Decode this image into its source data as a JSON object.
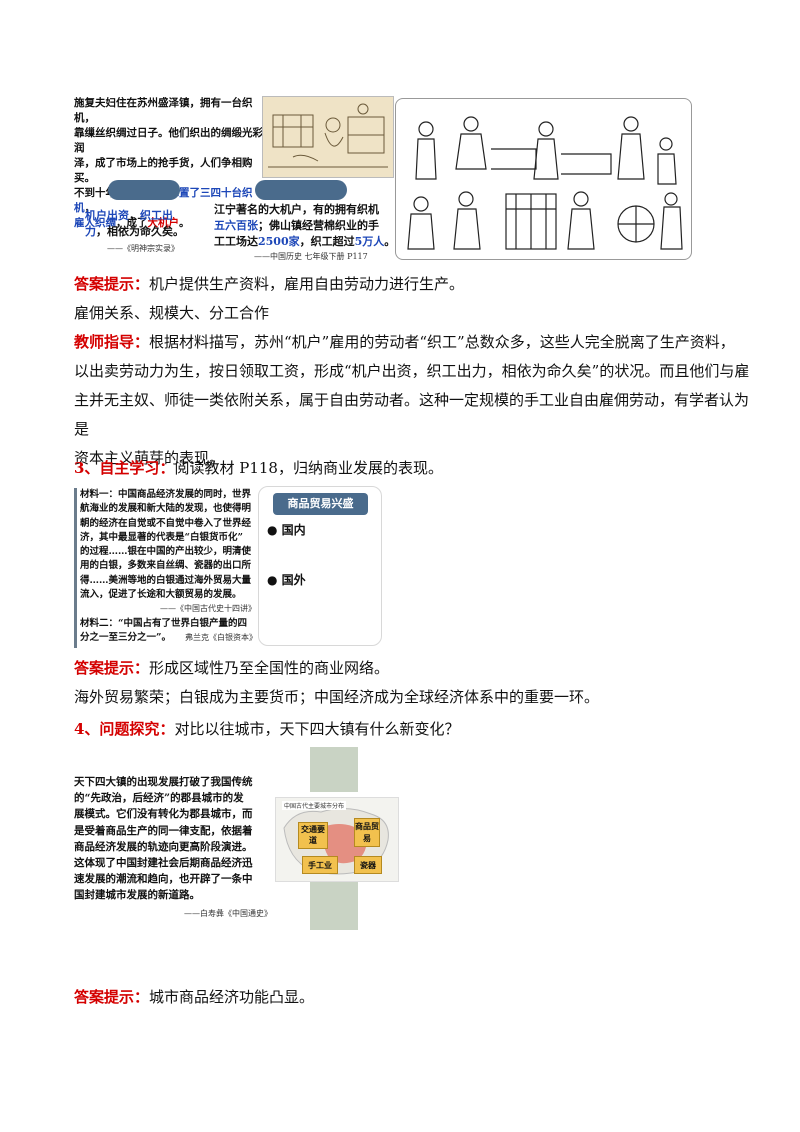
{
  "colors": {
    "accent_red": "#d40000",
    "accent_blue": "#1d47b8",
    "pill": "#4a6b8c",
    "panel_green": "#c9d3c4"
  },
  "sec1": {
    "story": [
      "施复夫妇住在苏州盛泽镇，拥有一台织机，",
      "靠缫丝织绸过日子。他们织出的绸缎光彩润",
      "泽，成了市场上的抢手货，人们争相购买。",
      "不到十年，施复夫妇",
      "添置了三四十台织机",
      "，",
      "雇人织绸",
      "，成了",
      "大机户",
      "。"
    ],
    "quote_a": [
      "机户出资",
      "，",
      "织工出",
      "力",
      "，相依为命久矣。"
    ],
    "quote_a_src": "——《明神宗实录》",
    "quote_b": [
      "江宁著名的大机户，有的拥有织机",
      "五六百张",
      "；佛山镇经营棉织业的手",
      "工工场达",
      "2500家",
      "，织工超过",
      "5万人",
      "。"
    ],
    "quote_b_src": "——中国历史 七年级下册 P117"
  },
  "ans1_label": "答案提示：",
  "ans1_text": "机户提供生产资料，雇用自由劳动力进行生产。",
  "line2": "雇佣关系、规模大、分工合作",
  "guide_label": "教师指导：",
  "guide_lines": [
    "根据材料描写，苏州“机户”雇用的劳动者“织工”总数众多，这些人完全脱离了生产资料，",
    "以出卖劳动力为生，按日领取工资，形成“机户出资，织工出力，相依为命久矣”的状况。而且他们与雇",
    "主并无主奴、师徒一类依附关系，属于自由劳动者。这种一定规模的手工业自由雇佣劳动，有学者认为是",
    "资本主义萌芽的表现。"
  ],
  "q3_label": "3、自主学习：",
  "q3_text": "阅读教材 P118，归纳商业发展的表现。",
  "mat": {
    "lines": [
      "材料一：中国商品经济发展的同时，世界",
      "航海业的发展和新大陆的发现，也使得明",
      "朝的经济在自觉或不自觉中卷入了世界经",
      "济，其中最显著的代表是“白银货币化”",
      "的过程……银在中国的产出较少，明清使",
      "用的白银，多数来自丝绸、瓷器的出口所",
      "得……美洲等地的白银通过海外贸易大量",
      "流入，促进了长途和大额贸易的发展。"
    ],
    "src1": "——《中国古代史十四讲》",
    "line9": "材料二：“中国占有了世界白银产量的四",
    "line10": "分之一至三分之一”。",
    "src2": "弗兰克《白银资本》"
  },
  "trade": {
    "title": "商品贸易兴盛",
    "items": [
      "国内",
      "国外"
    ]
  },
  "ans3_label": "答案提示：",
  "ans3_text": "形成区域性乃至全国性的商业网络。",
  "line3": "海外贸易繁荣；白银成为主要货币；中国经济成为全球经济体系中的重要一环。",
  "q4_label": "4、问题探究：",
  "q4_text": "对比以往城市，天下四大镇有什么新变化？",
  "towns": {
    "lines": [
      "天下四大镇的出现发展打破了我国传统",
      "的“先政治，后经济”的郡县城市的发",
      "展模式。它们没有转化为郡县城市，而",
      "是受着商品生产的同一律支配，依据着",
      "商品经济发展的轨迹向更高阶段演进。",
      "这体现了中国封建社会后期商品经济迅",
      "速发展的潮流和趋向，也开辟了一条中",
      "国封建城市发展的新道路。"
    ],
    "src": "——白寿彝《中国通史》",
    "map_title": "中国古代主要城市分布",
    "map_labels": [
      "交通要道",
      "商品贸易",
      "手工业",
      "瓷器"
    ]
  },
  "ans4_label": "答案提示：",
  "ans4_text": "城市商品经济功能凸显。"
}
